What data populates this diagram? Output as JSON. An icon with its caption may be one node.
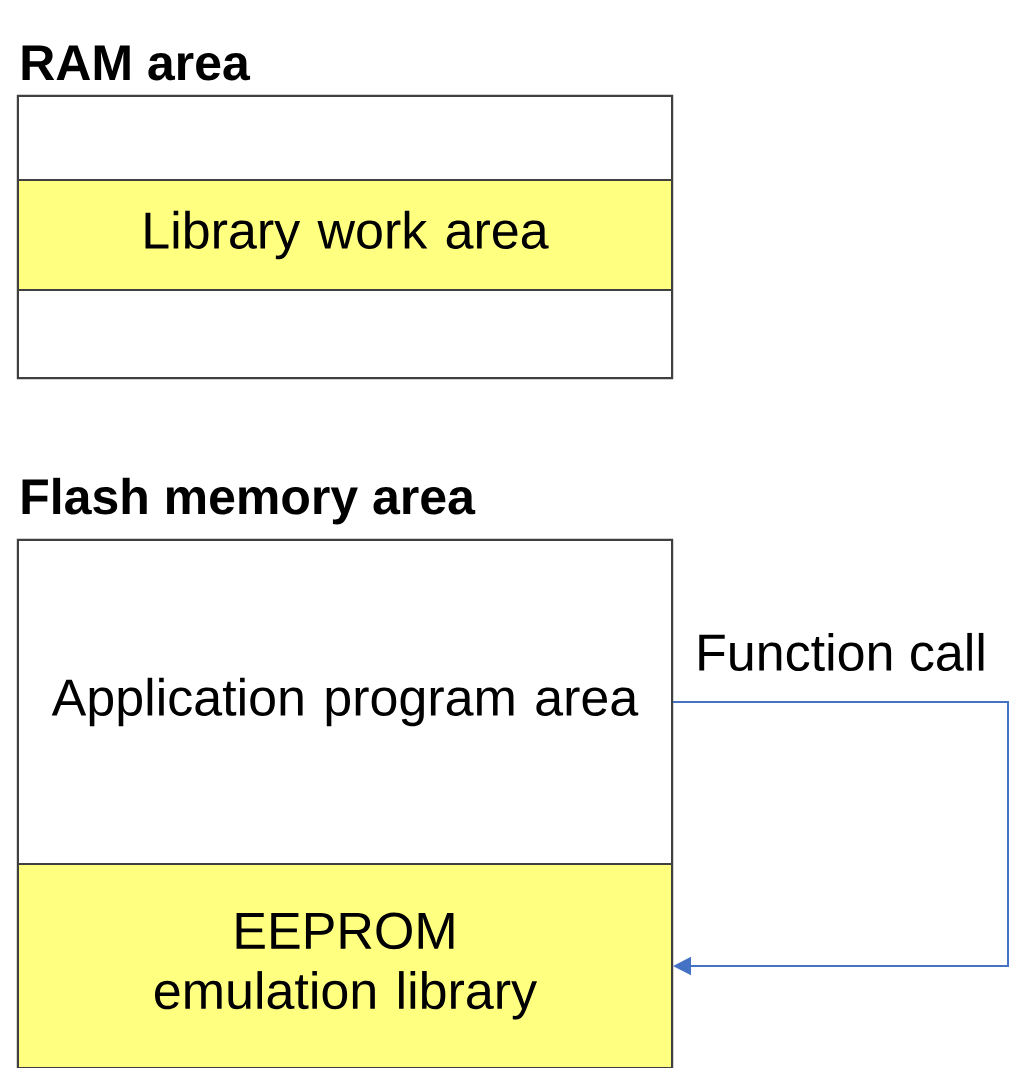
{
  "diagram": {
    "nodes": [
      {
        "text": [
          "RAM area"
        ]
      },
      {
        "text": [],
        "shape": "box",
        "in": 0
      },
      {
        "text": [
          "Library work area"
        ],
        "in": 0
      },
      {
        "text": [],
        "shape": "box",
        "in": 0
      },
      {
        "text": [
          "Flash memory area"
        ]
      },
      {
        "text": [
          "Application program area"
        ],
        "in": 4
      },
      {
        "text": [
          "EEPROM emulation library"
        ],
        "in": 4
      }
    ],
    "edges": [
      {
        "from": 5,
        "to": 6,
        "arrow": "to",
        "label": "Function call",
        "color": "#4472c4"
      }
    ]
  }
}
